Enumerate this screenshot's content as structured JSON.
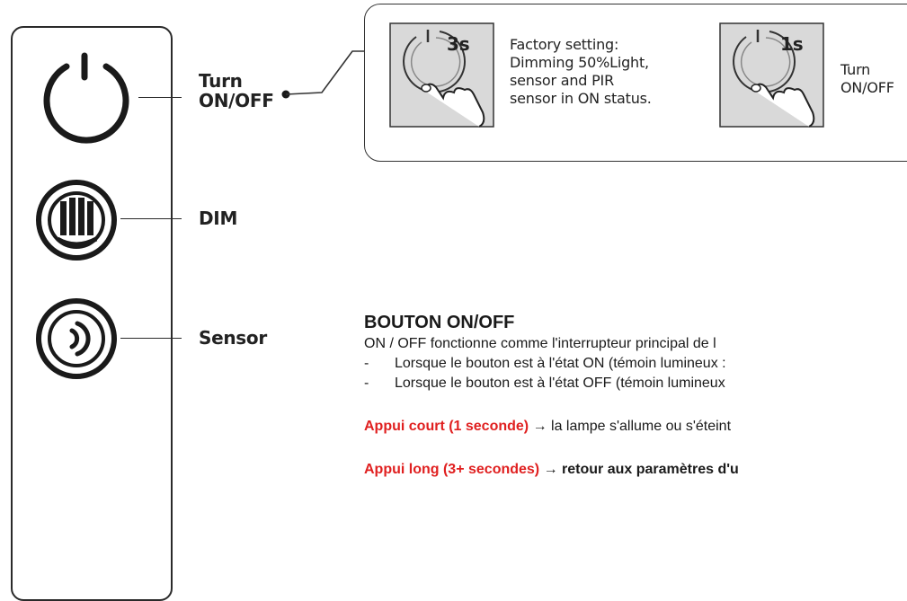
{
  "callouts": {
    "turn_line1": "Turn",
    "turn_line2": "ON/OFF",
    "dim": "DIM",
    "sensor": "Sensor"
  },
  "panel": {
    "step1": {
      "badge": "3s",
      "lines": [
        "Factory setting:",
        "Dimming 50%Light,",
        "sensor and PIR",
        "sensor in ON status."
      ]
    },
    "step2": {
      "badge": "1s",
      "lines": [
        "Turn",
        "ON/OFF"
      ]
    }
  },
  "doc": {
    "title": "BOUTON ON/OFF",
    "intro": "ON / OFF fonctionne comme l'interrupteur principal de l",
    "bullet_dash": "-",
    "bullet1": "Lorsque le bouton est à l'état ON (témoin lumineux :",
    "bullet2": "Lorsque le bouton est à l'état OFF (témoin lumineux",
    "short_press_label": "Appui court (1 seconde)",
    "arrow": "→",
    "short_press_text": "la lampe s'allume ou s'éteint",
    "long_press_label": "Appui long (3+ secondes)",
    "long_press_text": "retour aux paramètres d'u"
  },
  "icons": [
    "power-icon",
    "dim-icon",
    "sensor-icon",
    "finger-press-icon"
  ],
  "colors": {
    "ink": "#1a1a1a",
    "accent_red": "#e02020",
    "icon_bg": "#d9d9d9"
  }
}
